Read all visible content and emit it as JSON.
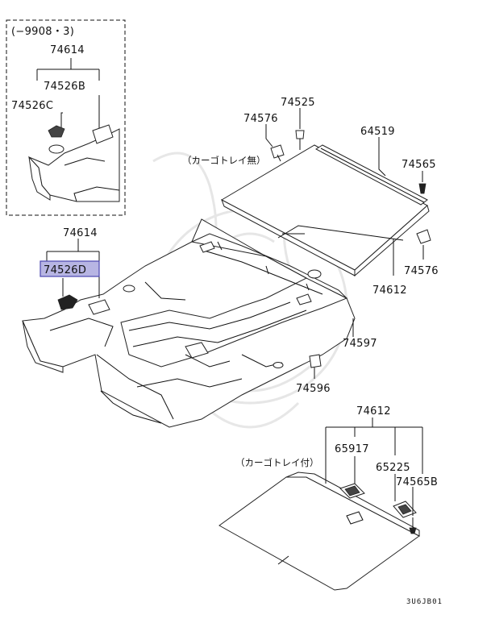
{
  "inset": {
    "date_range": "(−9908・3)",
    "labels": [
      "74614",
      "74526B",
      "74526C"
    ]
  },
  "labels": {
    "p74525": "74525",
    "p74576_top": "74576",
    "p64519": "64519",
    "p74565": "74565",
    "p74576_right": "74576",
    "p74612_top": "74612",
    "p74614": "74614",
    "p74526D": "74526D",
    "p74597": "74597",
    "p74596": "74596",
    "p74612_bottom": "74612",
    "p65917": "65917",
    "p65225": "65225",
    "p74565B": "74565B"
  },
  "notes": {
    "without_cargo_tray": "（カーゴトレイ無）",
    "with_cargo_tray": "（カーゴトレイ付）"
  },
  "diagram_code": "3U6JB01",
  "highlight_color": "#b7b5e3"
}
